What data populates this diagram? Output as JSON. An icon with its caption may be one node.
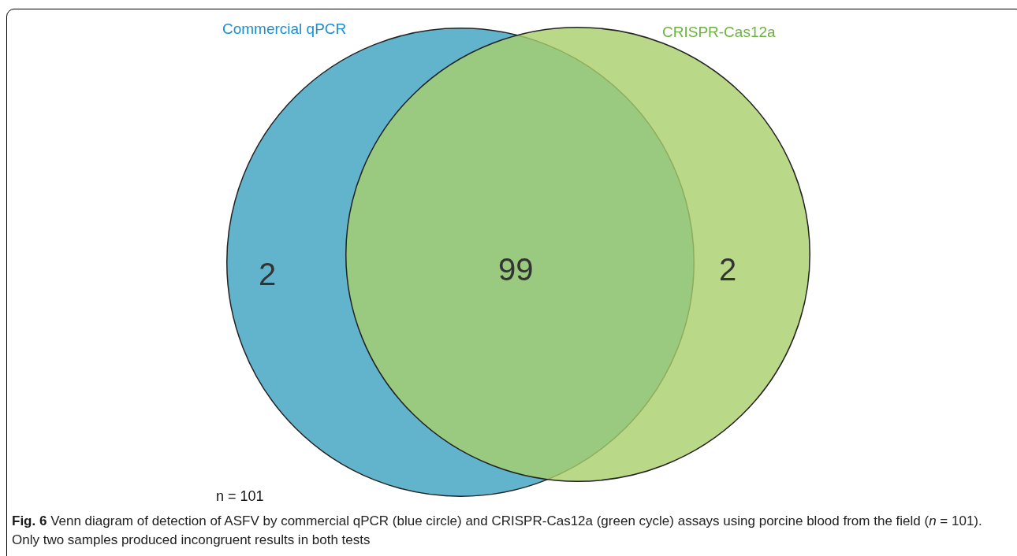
{
  "diagram": {
    "caption": "**Fig. 6** Venn diagram of detection of ASFV by commercial qPCR (blue circle) and CRISPR-Cas12a (green cycle) assays using porcine blood from the field (*n* = 101). Only two samples produced incongruent results in both tests",
    "nodes": [
      {
        "text": [
          "Commercial qPCR",
          "2"
        ]
      },
      {
        "text": [
          "CRISPR-Cas12a",
          "2"
        ]
      }
    ],
    "labels": [
      "99",
      "n = 101"
    ]
  }
}
